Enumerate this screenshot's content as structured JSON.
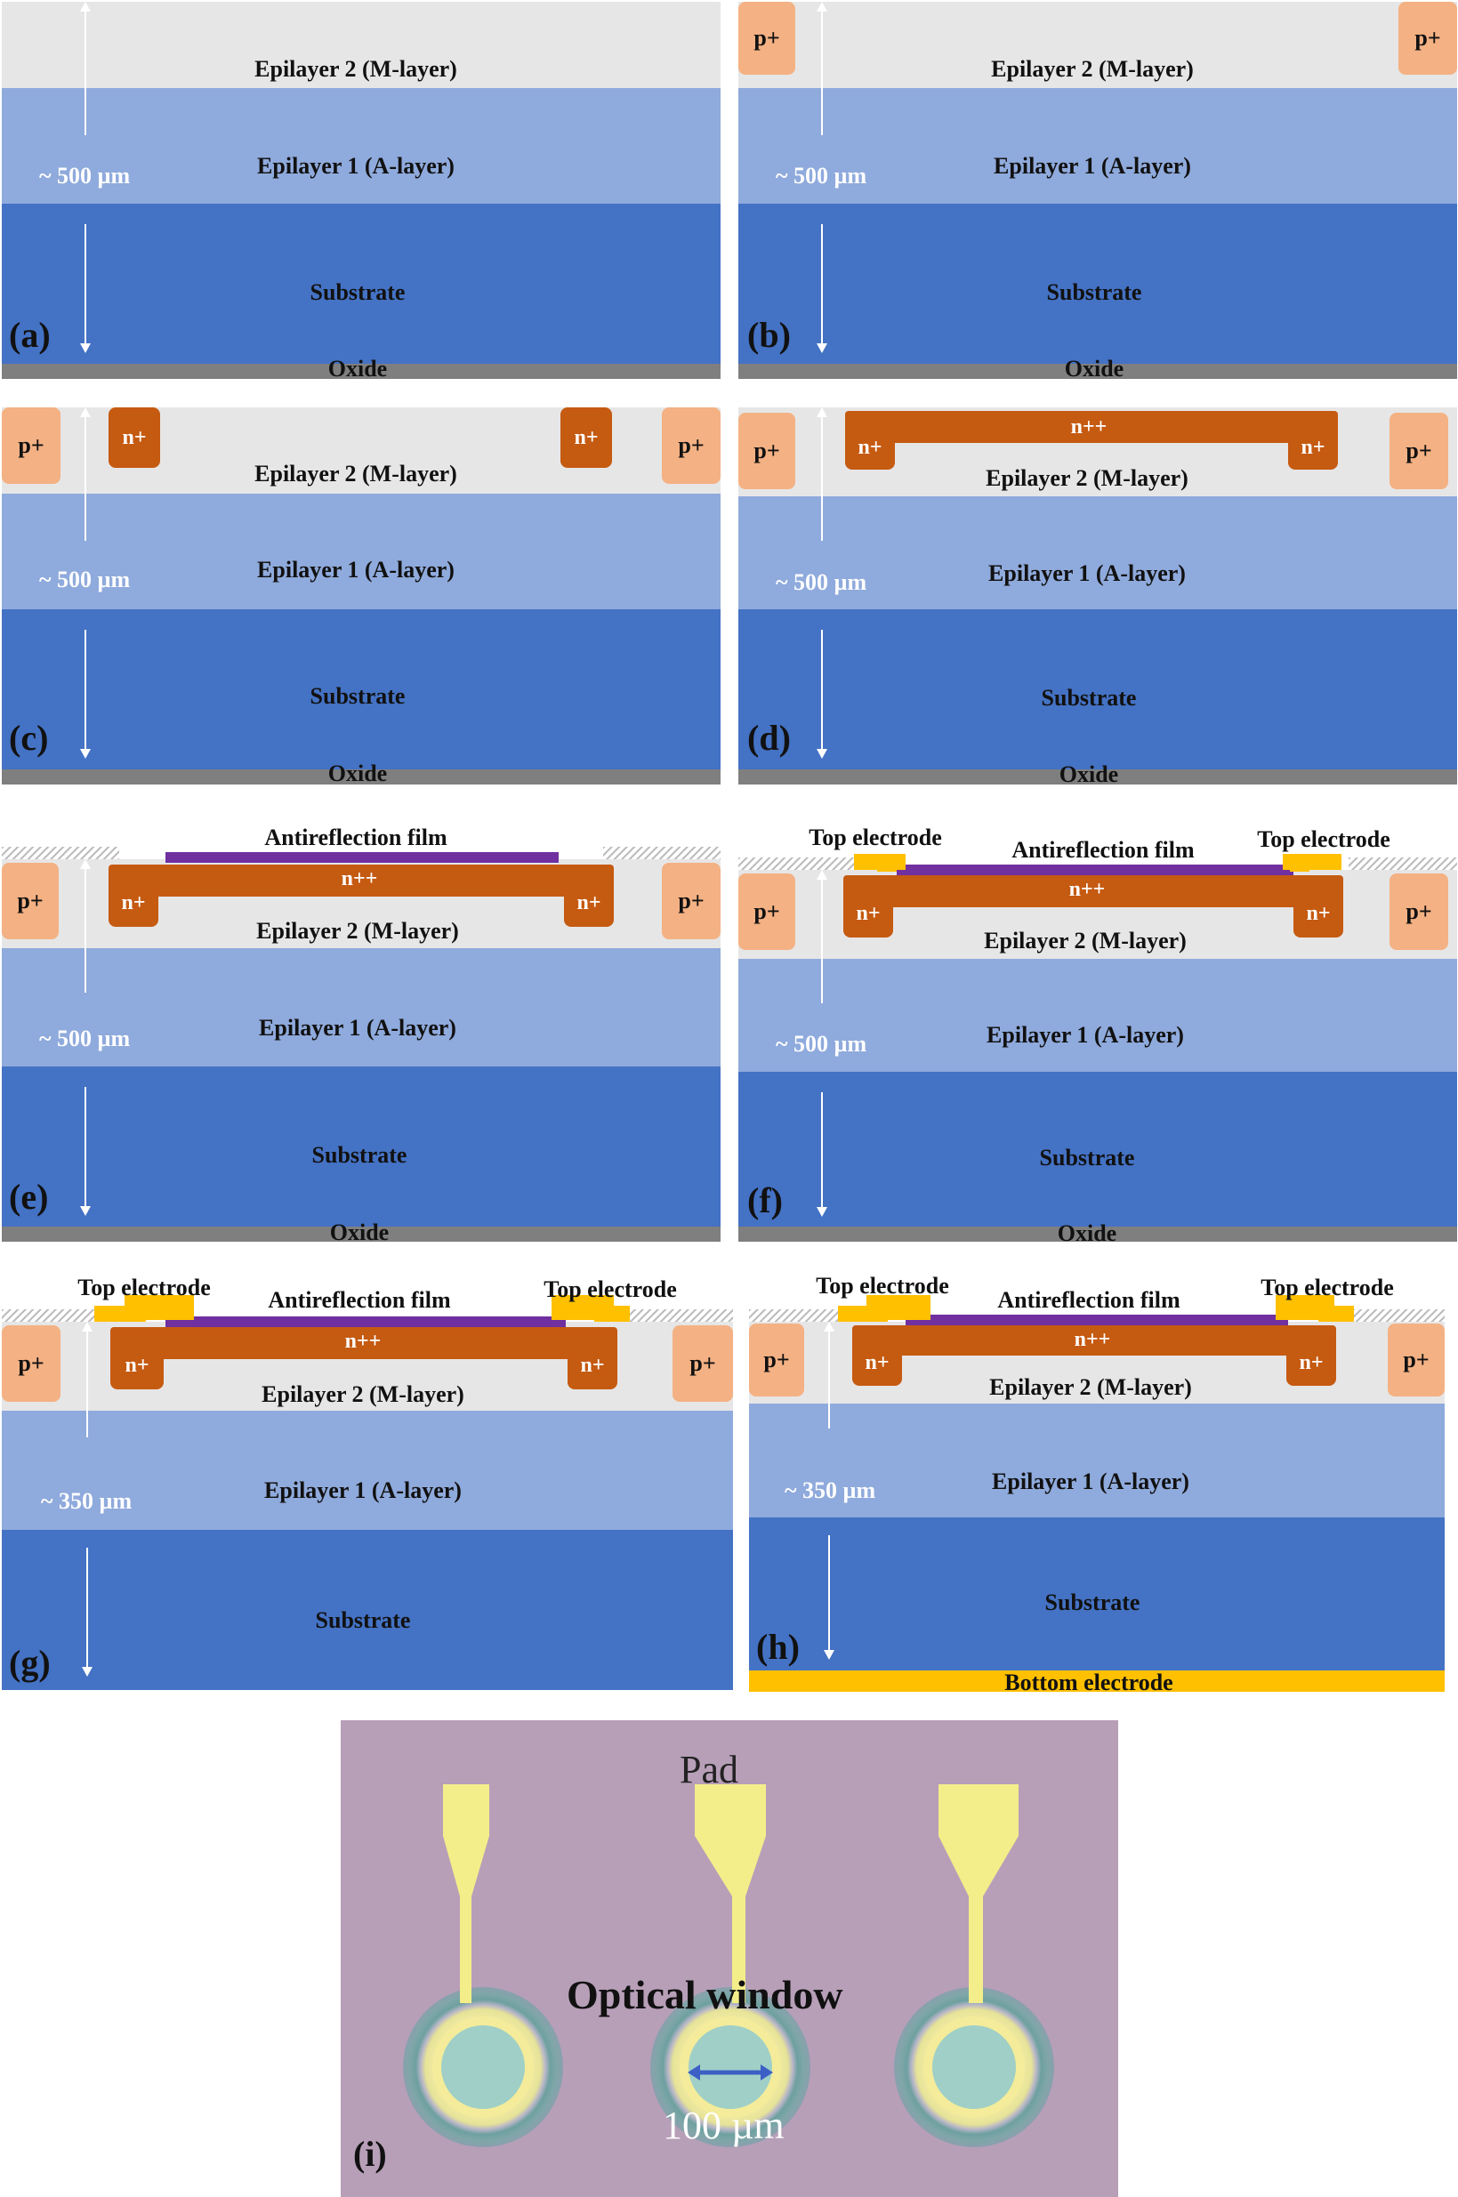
{
  "labels": {
    "epilayer2": "Epilayer 2 (M-layer)",
    "epilayer1": "Epilayer 1 (A-layer)",
    "substrate": "Substrate",
    "oxide": "Oxide",
    "p_plus": "p+",
    "n_plus": "n+",
    "n_plusplus": "n++",
    "antireflection": "Antireflection film",
    "top_electrode": "Top electrode",
    "bottom_electrode": "Bottom electrode",
    "thickness_500": "~ 500 µm",
    "thickness_350": "~ 350 µm"
  },
  "panels": [
    {
      "letter": "(a)"
    },
    {
      "letter": "(b)"
    },
    {
      "letter": "(c)"
    },
    {
      "letter": "(d)"
    },
    {
      "letter": "(e)"
    },
    {
      "letter": "(f)"
    },
    {
      "letter": "(g)"
    },
    {
      "letter": "(h)"
    }
  ],
  "micrograph": {
    "letter": "(i)",
    "pad_label": "Pad",
    "window_label": "Optical window",
    "scale_label": "100 µm"
  },
  "colors": {
    "epilayer2": "#e7e6e6",
    "epilayer1": "#8faadc",
    "substrate": "#4472c4",
    "oxide": "#7f7f7f",
    "p_plus": "#f4b183",
    "n_doped": "#c55a11",
    "antireflection": "#7030a0",
    "electrode": "#ffc000",
    "micrograph_bg": "#b79fb8"
  }
}
